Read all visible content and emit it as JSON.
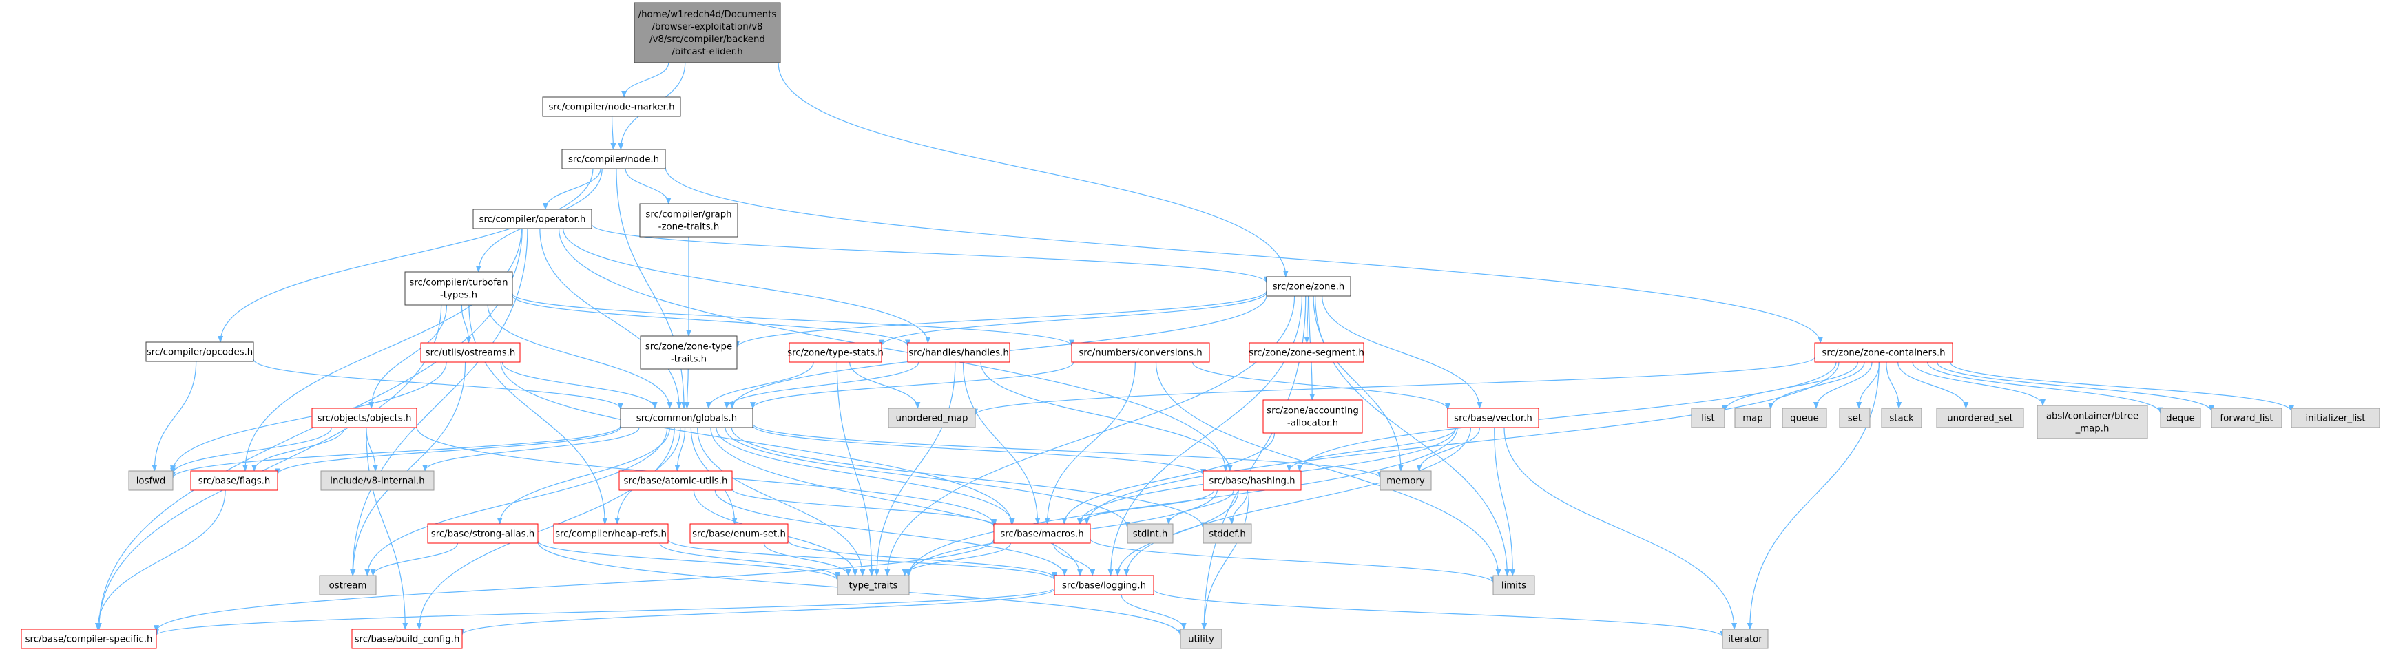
{
  "colors": {
    "edge": "#63b8ff",
    "border_black": "#404040",
    "border_red": "#ff0000",
    "border_gray": "#999999",
    "fill_white": "#ffffff",
    "fill_gray": "#e0e0e0",
    "fill_root": "#999999",
    "text": "#000000"
  },
  "nodes": [
    {
      "id": "root",
      "style": "root",
      "lines": [
        "/home/w1redch4d/Documents",
        "/browser-exploitation/v8",
        "/v8/src/compiler/backend",
        "/bitcast-elider.h"
      ]
    },
    {
      "id": "node_markers",
      "style": "black",
      "lines": [
        "src/compiler/node-marker.h"
      ]
    },
    {
      "id": "node",
      "style": "black",
      "lines": [
        "src/compiler/node.h"
      ]
    },
    {
      "id": "graph_zone_traits",
      "style": "black",
      "lines": [
        "src/compiler/graph",
        "-zone-traits.h"
      ]
    },
    {
      "id": "operator",
      "style": "black",
      "lines": [
        "src/compiler/operator.h"
      ]
    },
    {
      "id": "turbofan_types",
      "style": "black",
      "lines": [
        "src/compiler/turbofan",
        "-types.h"
      ]
    },
    {
      "id": "opcodes",
      "style": "black",
      "lines": [
        "src/compiler/opcodes.h"
      ]
    },
    {
      "id": "zone_type_traits",
      "style": "black",
      "lines": [
        "src/zone/zone-type",
        "-traits.h"
      ]
    },
    {
      "id": "zone",
      "style": "black",
      "lines": [
        "src/zone/zone.h"
      ]
    },
    {
      "id": "utils_ostreams",
      "style": "red",
      "lines": [
        "src/utils/ostreams.h"
      ]
    },
    {
      "id": "zone_type_stats",
      "style": "red",
      "lines": [
        "src/zone/type-stats.h"
      ]
    },
    {
      "id": "handles",
      "style": "red",
      "lines": [
        "src/handles/handles.h"
      ]
    },
    {
      "id": "conversions",
      "style": "red",
      "lines": [
        "src/numbers/conversions.h"
      ]
    },
    {
      "id": "zone_segment",
      "style": "red",
      "lines": [
        "src/zone/zone-segment.h"
      ]
    },
    {
      "id": "zone_containers",
      "style": "red",
      "lines": [
        "src/zone/zone-containers.h"
      ]
    },
    {
      "id": "objects",
      "style": "red",
      "lines": [
        "src/objects/objects.h"
      ]
    },
    {
      "id": "globals",
      "style": "black",
      "lines": [
        "src/common/globals.h"
      ]
    },
    {
      "id": "unordered_map",
      "style": "gray",
      "lines": [
        "unordered_map"
      ]
    },
    {
      "id": "accounting_allocator",
      "style": "red",
      "lines": [
        "src/zone/accounting",
        "-allocator.h"
      ]
    },
    {
      "id": "vector",
      "style": "red",
      "lines": [
        "src/base/vector.h"
      ]
    },
    {
      "id": "list",
      "style": "gray",
      "lines": [
        "list"
      ]
    },
    {
      "id": "map",
      "style": "gray",
      "lines": [
        "map"
      ]
    },
    {
      "id": "queue",
      "style": "gray",
      "lines": [
        "queue"
      ]
    },
    {
      "id": "set",
      "style": "gray",
      "lines": [
        "set"
      ]
    },
    {
      "id": "stack",
      "style": "gray",
      "lines": [
        "stack"
      ]
    },
    {
      "id": "unordered_set",
      "style": "gray",
      "lines": [
        "unordered_set"
      ]
    },
    {
      "id": "btree_map",
      "style": "gray",
      "lines": [
        "absl/container/btree",
        "_map.h"
      ]
    },
    {
      "id": "deque",
      "style": "gray",
      "lines": [
        "deque"
      ]
    },
    {
      "id": "forward_list",
      "style": "gray",
      "lines": [
        "forward_list"
      ]
    },
    {
      "id": "initializer_list",
      "style": "gray",
      "lines": [
        "initializer_list"
      ]
    },
    {
      "id": "iosfwd",
      "style": "gray",
      "lines": [
        "iosfwd"
      ]
    },
    {
      "id": "base_flags",
      "style": "red",
      "lines": [
        "src/base/flags.h"
      ]
    },
    {
      "id": "v8_internal",
      "style": "gray",
      "lines": [
        "include/v8-internal.h"
      ]
    },
    {
      "id": "atomic_utils",
      "style": "red",
      "lines": [
        "src/base/atomic-utils.h"
      ]
    },
    {
      "id": "memory",
      "style": "gray",
      "lines": [
        "memory"
      ]
    },
    {
      "id": "hashing",
      "style": "red",
      "lines": [
        "src/base/hashing.h"
      ]
    },
    {
      "id": "strong_alias",
      "style": "red",
      "lines": [
        "src/base/strong-alias.h"
      ]
    },
    {
      "id": "heap_refs",
      "style": "red",
      "lines": [
        "src/compiler/heap-refs.h"
      ]
    },
    {
      "id": "enum_set",
      "style": "red",
      "lines": [
        "src/base/enum-set.h"
      ]
    },
    {
      "id": "macros",
      "style": "red",
      "lines": [
        "src/base/macros.h"
      ]
    },
    {
      "id": "stdint",
      "style": "gray",
      "lines": [
        "stdint.h"
      ]
    },
    {
      "id": "stddef",
      "style": "gray",
      "lines": [
        "stddef.h"
      ]
    },
    {
      "id": "ostream",
      "style": "gray",
      "lines": [
        "ostream"
      ]
    },
    {
      "id": "type_traits",
      "style": "gray",
      "lines": [
        "type_traits"
      ]
    },
    {
      "id": "logging",
      "style": "red",
      "lines": [
        "src/base/logging.h"
      ]
    },
    {
      "id": "limits",
      "style": "gray",
      "lines": [
        "limits"
      ]
    },
    {
      "id": "compiler_specific",
      "style": "red",
      "lines": [
        "src/base/compiler-specific.h"
      ]
    },
    {
      "id": "build_config",
      "style": "red",
      "lines": [
        "src/base/build_config.h"
      ]
    },
    {
      "id": "utility",
      "style": "gray",
      "lines": [
        "utility"
      ]
    },
    {
      "id": "iterator",
      "style": "gray",
      "lines": [
        "iterator"
      ]
    }
  ],
  "edges": [
    [
      "root",
      "node_markers"
    ],
    [
      "root",
      "node"
    ],
    [
      "root",
      "zone"
    ],
    [
      "node_markers",
      "node"
    ],
    [
      "node",
      "graph_zone_traits"
    ],
    [
      "node",
      "operator"
    ],
    [
      "node",
      "turbofan_types"
    ],
    [
      "node",
      "opcodes"
    ],
    [
      "node",
      "globals"
    ],
    [
      "node",
      "zone_containers"
    ],
    [
      "graph_zone_traits",
      "zone_type_traits"
    ],
    [
      "operator",
      "zone"
    ],
    [
      "operator",
      "globals"
    ],
    [
      "operator",
      "handles"
    ],
    [
      "operator",
      "base_flags"
    ],
    [
      "operator",
      "hashing"
    ],
    [
      "operator",
      "ostream"
    ],
    [
      "operator",
      "compiler_specific"
    ],
    [
      "turbofan_types",
      "utils_ostreams"
    ],
    [
      "turbofan_types",
      "objects"
    ],
    [
      "turbofan_types",
      "globals"
    ],
    [
      "turbofan_types",
      "handles"
    ],
    [
      "turbofan_types",
      "conversions"
    ],
    [
      "turbofan_types",
      "heap_refs"
    ],
    [
      "turbofan_types",
      "compiler_specific"
    ],
    [
      "opcodes",
      "iosfwd"
    ],
    [
      "opcodes",
      "globals"
    ],
    [
      "zone_type_traits",
      "globals"
    ],
    [
      "zone",
      "zone_type_traits"
    ],
    [
      "zone",
      "zone_type_stats"
    ],
    [
      "zone",
      "zone_segment"
    ],
    [
      "zone",
      "accounting_allocator"
    ],
    [
      "zone",
      "vector"
    ],
    [
      "zone",
      "globals"
    ],
    [
      "zone",
      "memory"
    ],
    [
      "zone",
      "type_traits"
    ],
    [
      "zone",
      "limits"
    ],
    [
      "zone",
      "utility"
    ],
    [
      "zone",
      "logging"
    ],
    [
      "utils_ostreams",
      "globals"
    ],
    [
      "utils_ostreams",
      "ostream"
    ],
    [
      "utils_ostreams",
      "iosfwd"
    ],
    [
      "utils_ostreams",
      "macros"
    ],
    [
      "zone_type_stats",
      "globals"
    ],
    [
      "zone_type_stats",
      "unordered_map"
    ],
    [
      "zone_type_stats",
      "type_traits"
    ],
    [
      "handles",
      "globals"
    ],
    [
      "handles",
      "macros"
    ],
    [
      "handles",
      "type_traits"
    ],
    [
      "handles",
      "hashing"
    ],
    [
      "conversions",
      "globals"
    ],
    [
      "conversions",
      "vector"
    ],
    [
      "conversions",
      "macros"
    ],
    [
      "conversions",
      "limits"
    ],
    [
      "zone_containers",
      "unordered_map"
    ],
    [
      "zone_containers",
      "list"
    ],
    [
      "zone_containers",
      "map"
    ],
    [
      "zone_containers",
      "queue"
    ],
    [
      "zone_containers",
      "set"
    ],
    [
      "zone_containers",
      "stack"
    ],
    [
      "zone_containers",
      "unordered_set"
    ],
    [
      "zone_containers",
      "btree_map"
    ],
    [
      "zone_containers",
      "deque"
    ],
    [
      "zone_containers",
      "forward_list"
    ],
    [
      "zone_containers",
      "initializer_list"
    ],
    [
      "zone_containers",
      "iterator"
    ],
    [
      "zone_containers",
      "hashing"
    ],
    [
      "zone_containers",
      "macros"
    ],
    [
      "objects",
      "iosfwd"
    ],
    [
      "objects",
      "base_flags"
    ],
    [
      "objects",
      "v8_internal"
    ],
    [
      "objects",
      "build_config"
    ],
    [
      "objects",
      "macros"
    ],
    [
      "globals",
      "iosfwd"
    ],
    [
      "globals",
      "base_flags"
    ],
    [
      "globals",
      "v8_internal"
    ],
    [
      "globals",
      "atomic_utils"
    ],
    [
      "globals",
      "memory"
    ],
    [
      "globals",
      "hashing"
    ],
    [
      "globals",
      "strong_alias"
    ],
    [
      "globals",
      "heap_refs"
    ],
    [
      "globals",
      "enum_set"
    ],
    [
      "globals",
      "macros"
    ],
    [
      "globals",
      "stdint"
    ],
    [
      "globals",
      "stddef"
    ],
    [
      "globals",
      "ostream"
    ],
    [
      "globals",
      "type_traits"
    ],
    [
      "globals",
      "logging"
    ],
    [
      "globals",
      "build_config"
    ],
    [
      "accounting_allocator",
      "macros"
    ],
    [
      "vector",
      "memory"
    ],
    [
      "vector",
      "hashing"
    ],
    [
      "vector",
      "macros"
    ],
    [
      "vector",
      "logging"
    ],
    [
      "vector",
      "limits"
    ],
    [
      "vector",
      "type_traits"
    ],
    [
      "vector",
      "iterator"
    ],
    [
      "base_flags",
      "compiler_specific"
    ],
    [
      "atomic_utils",
      "macros"
    ],
    [
      "atomic_utils",
      "type_traits"
    ],
    [
      "atomic_utils",
      "logging"
    ],
    [
      "hashing",
      "macros"
    ],
    [
      "hashing",
      "stdint"
    ],
    [
      "hashing",
      "stddef"
    ],
    [
      "hashing",
      "type_traits"
    ],
    [
      "hashing",
      "utility"
    ],
    [
      "hashing",
      "logging"
    ],
    [
      "strong_alias",
      "ostream"
    ],
    [
      "strong_alias",
      "type_traits"
    ],
    [
      "strong_alias",
      "utility"
    ],
    [
      "heap_refs",
      "type_traits"
    ],
    [
      "heap_refs",
      "logging"
    ],
    [
      "enum_set",
      "type_traits"
    ],
    [
      "enum_set",
      "logging"
    ],
    [
      "macros",
      "type_traits"
    ],
    [
      "macros",
      "logging"
    ],
    [
      "macros",
      "compiler_specific"
    ],
    [
      "macros",
      "limits"
    ],
    [
      "logging",
      "compiler_specific"
    ],
    [
      "logging",
      "build_config"
    ],
    [
      "logging",
      "iterator"
    ],
    [
      "logging",
      "utility"
    ]
  ]
}
